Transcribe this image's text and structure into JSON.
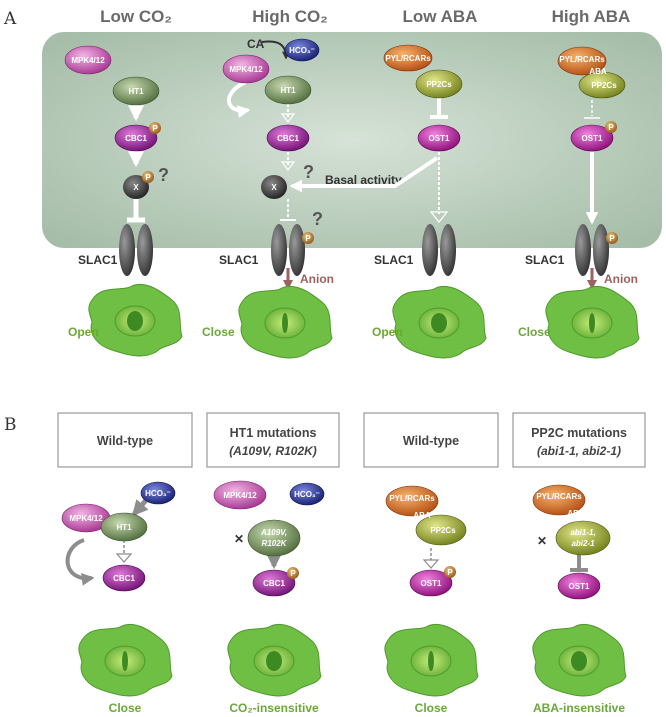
{
  "panel_labels": {
    "a": "A",
    "b": "B"
  },
  "columns": {
    "low_co2": "Low CO₂",
    "high_co2": "High CO₂",
    "low_aba": "Low ABA",
    "high_aba": "High ABA"
  },
  "proteins": {
    "mpk": "MPK4/12",
    "ht1": "HT1",
    "cbc1": "CBC1",
    "x": "X",
    "hco3": "HCO₃⁻",
    "pyl": "PYL/RCARs",
    "pp2cs": "PP2Cs",
    "ost1": "OST1",
    "aba": "ABA",
    "p": "P",
    "a109v_l1": "A109V,",
    "a109v_l2": "R102K",
    "abi_l1": "abi1-1,",
    "abi_l2": "abi2-1"
  },
  "labels": {
    "ca": "CA",
    "question": "?",
    "basal": "Basal activity",
    "slac1": "SLAC1",
    "anion": "Anion",
    "open": "Open",
    "close": "Close",
    "co2_insensitive": "CO₂-insensitive",
    "aba_insensitive": "ABA-insensitive",
    "x_mark": "✕"
  },
  "boxes": {
    "wt1": "Wild-type",
    "ht1_title": "HT1 mutations",
    "ht1_sub": "(A109V, R102K)",
    "wt2": "Wild-type",
    "pp2c_title": "PP2C mutations",
    "pp2c_sub": "(abi1-1, abi2-1)"
  },
  "colors": {
    "cell_bg": "#b9ccbc",
    "arrow_white": "#ffffff",
    "arrow_gray": "#8d8d8d",
    "mpk": "#c24aa8",
    "ht1": "#6e8a55",
    "cbc1": "#8c1a8c",
    "hco3": "#1e2a8f",
    "pyl": "#d6641f",
    "pp2c": "#9aa62a",
    "ost1": "#b3189b",
    "x": "#333333",
    "p": "#b77b2a",
    "slac1": "#555555",
    "leaf": "#6fbf45",
    "text_green": "#6aa83a"
  }
}
